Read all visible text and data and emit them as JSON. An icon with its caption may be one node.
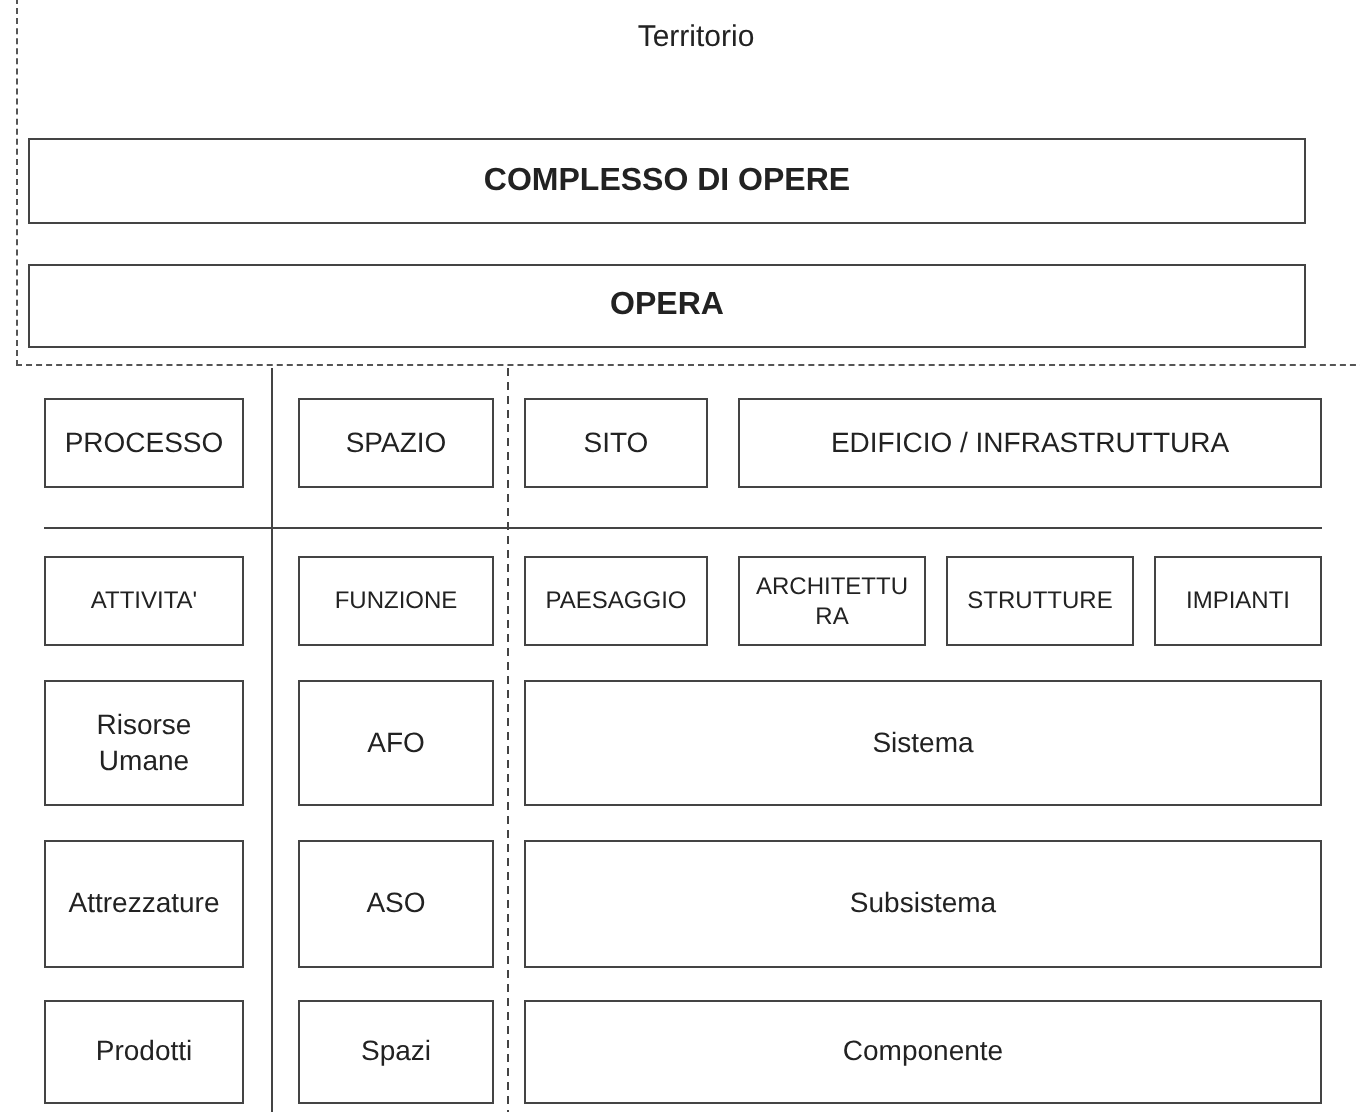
{
  "diagram": {
    "nodes": [
      {
        "text": [
          "Territorio"
        ]
      },
      {
        "text": [
          "COMPLESSO DI OPERE"
        ],
        "in": 0
      },
      {
        "text": [
          "OPERA"
        ],
        "in": 0
      },
      {
        "text": [
          "PROCESSO"
        ]
      },
      {
        "text": [
          "SPAZIO"
        ]
      },
      {
        "text": [
          "SITO"
        ]
      },
      {
        "text": [
          "EDIFICIO / INFRASTRUTTURA"
        ]
      },
      {
        "text": [
          "ATTIVITA'"
        ]
      },
      {
        "text": [
          "FUNZIONE"
        ]
      },
      {
        "text": [
          "PAESAGGIO"
        ]
      },
      {
        "text": [
          "ARCHITETTURA"
        ]
      },
      {
        "text": [
          "STRUTTURE"
        ]
      },
      {
        "text": [
          "IMPIANTI"
        ]
      },
      {
        "text": [
          "Risorse Umane"
        ]
      },
      {
        "text": [
          "AFO"
        ]
      },
      {
        "text": [
          "Sistema"
        ]
      },
      {
        "text": [
          "Attrezzature"
        ]
      },
      {
        "text": [
          "ASO"
        ]
      },
      {
        "text": [
          "Subsistema"
        ]
      },
      {
        "text": [
          "Prodotti"
        ]
      },
      {
        "text": [
          "Spazi"
        ]
      },
      {
        "text": [
          "Componente"
        ]
      }
    ]
  }
}
